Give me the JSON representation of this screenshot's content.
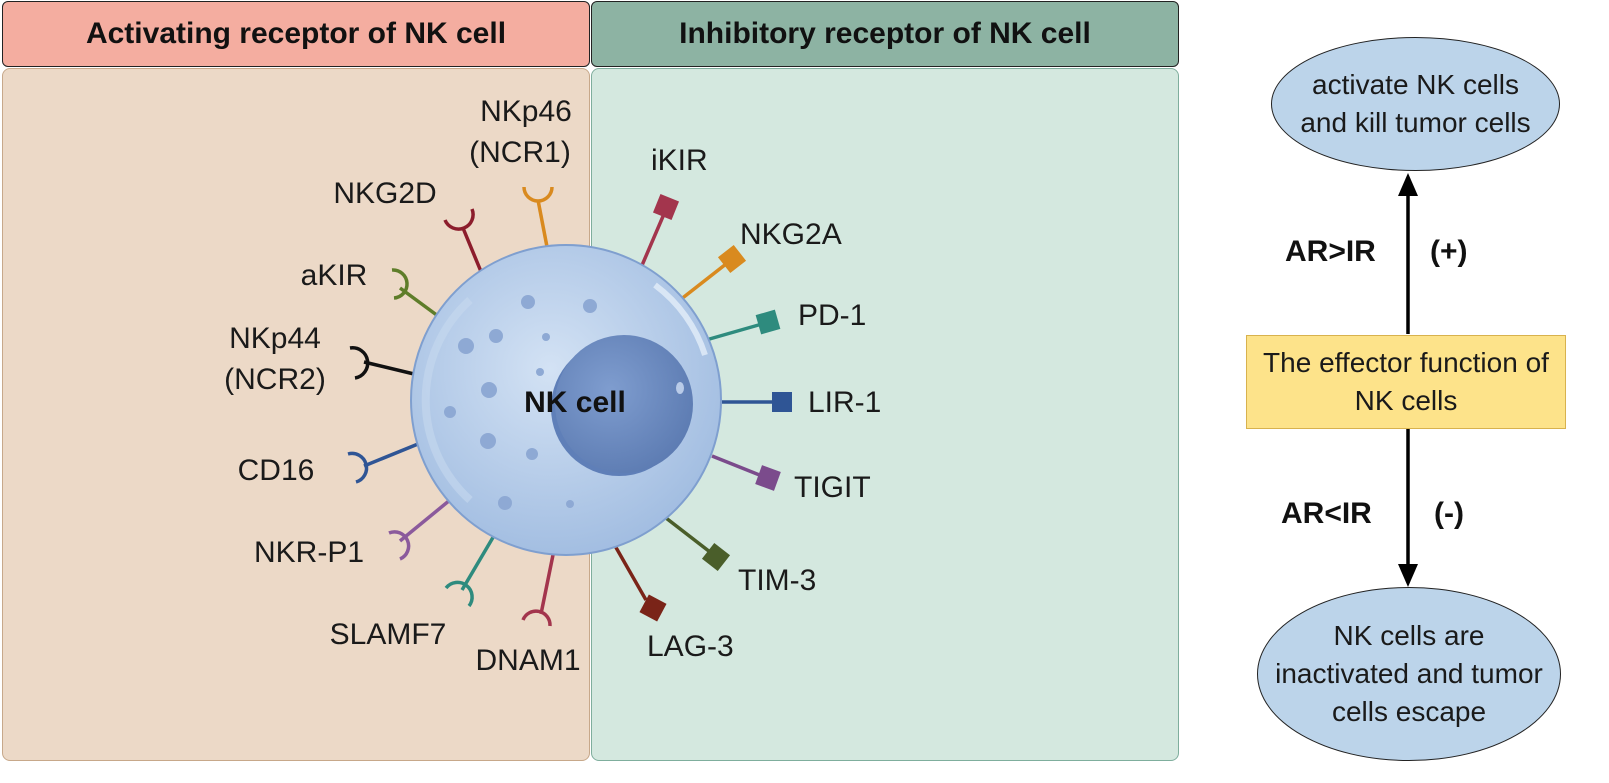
{
  "headers": {
    "activating": "Activating receptor of NK cell",
    "inhibitory": "Inhibitory receptor of NK cell"
  },
  "cell": {
    "label": "NK cell"
  },
  "activating_receptors": [
    {
      "line1": "NKp46",
      "line2": "(NCR1)",
      "color": "#d98a1f"
    },
    {
      "line1": "NKG2D",
      "line2": "",
      "color": "#8c1d2c"
    },
    {
      "line1": "aKIR",
      "line2": "",
      "color": "#5e7d2a"
    },
    {
      "line1": "NKp44",
      "line2": "(NCR2)",
      "color": "#111111"
    },
    {
      "line1": "CD16",
      "line2": "",
      "color": "#2f5595"
    },
    {
      "line1": "NKR-P1",
      "line2": "",
      "color": "#8b5a9c"
    },
    {
      "line1": "SLAMF7",
      "line2": "",
      "color": "#2e8b7e"
    },
    {
      "line1": "DNAM1",
      "line2": "",
      "color": "#a3354d"
    }
  ],
  "inhibitory_receptors": [
    {
      "label": "iKIR",
      "color": "#a3354d"
    },
    {
      "label": "NKG2A",
      "color": "#d98a1f"
    },
    {
      "label": "PD-1",
      "color": "#2e8b7e"
    },
    {
      "label": "LIR-1",
      "color": "#2f5595"
    },
    {
      "label": "TIGIT",
      "color": "#7b4b8c"
    },
    {
      "label": "TIM-3",
      "color": "#4a5e2a"
    },
    {
      "label": "LAG-3",
      "color": "#7a2418"
    }
  ],
  "sidebar": {
    "top_outcome": "activate NK cells and kill tumor cells",
    "effector": "The effector function of NK cells",
    "bottom_outcome": "NK cells are inactivated and tumor cells escape",
    "ar_gt_ir": "AR>IR",
    "plus": "(+)",
    "ar_lt_ir": "AR<IR",
    "minus": "(-)"
  },
  "colors": {
    "activating_header": "#f4ada0",
    "activating_panel": "#ecd9c7",
    "inhibitory_header": "#8db3a3",
    "inhibitory_panel": "#d4e8df",
    "cell_fill": "#b7cde9",
    "nucleus_fill": "#6f8fc4"
  }
}
